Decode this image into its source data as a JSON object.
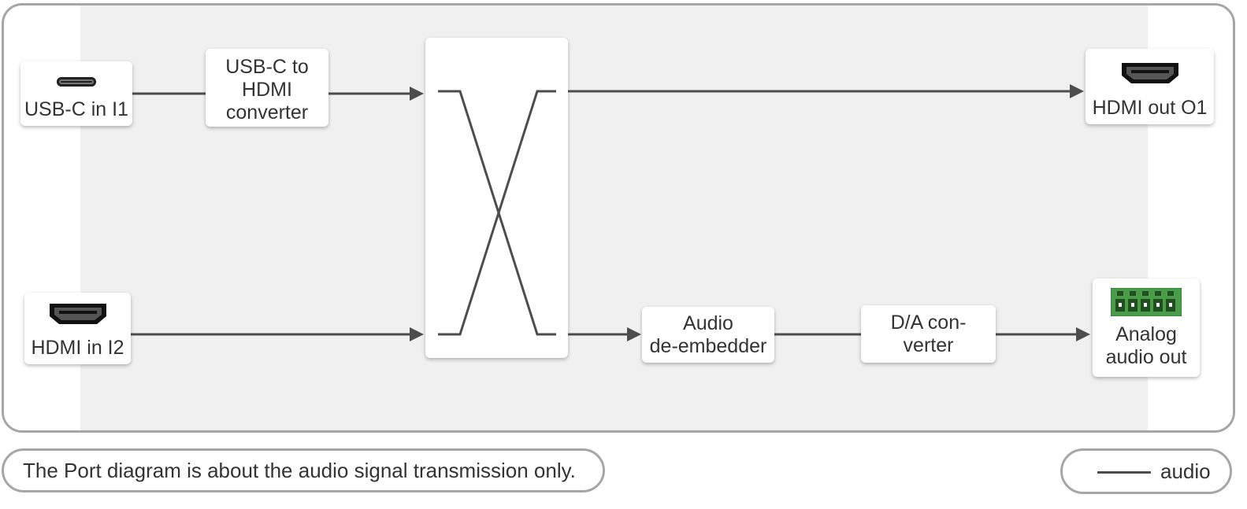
{
  "nodes": {
    "usbc_in": {
      "label": "USB-C in I1",
      "icon": "usb-c-port-icon"
    },
    "hdmi_in": {
      "label": "HDMI in I2",
      "icon": "hdmi-port-icon"
    },
    "usbc_converter": {
      "label": "USB-C to\nHDMI\nconverter"
    },
    "audio_deembedder": {
      "label": "Audio\nde-embedder"
    },
    "da_converter": {
      "label": "D/A con-\nverter"
    },
    "hdmi_out": {
      "label": "HDMI out O1",
      "icon": "hdmi-port-icon"
    },
    "analog_out": {
      "label": "Analog\naudio out",
      "icon": "terminal-block-icon"
    }
  },
  "note": "The Port diagram is about the audio signal transmission only.",
  "legend": {
    "label": "audio"
  },
  "colors": {
    "wire": "#4d4d4d",
    "frame_border": "#a6a6a6",
    "frame_band": "#f0f0f0",
    "terminal_green": "#4a9b4a"
  }
}
